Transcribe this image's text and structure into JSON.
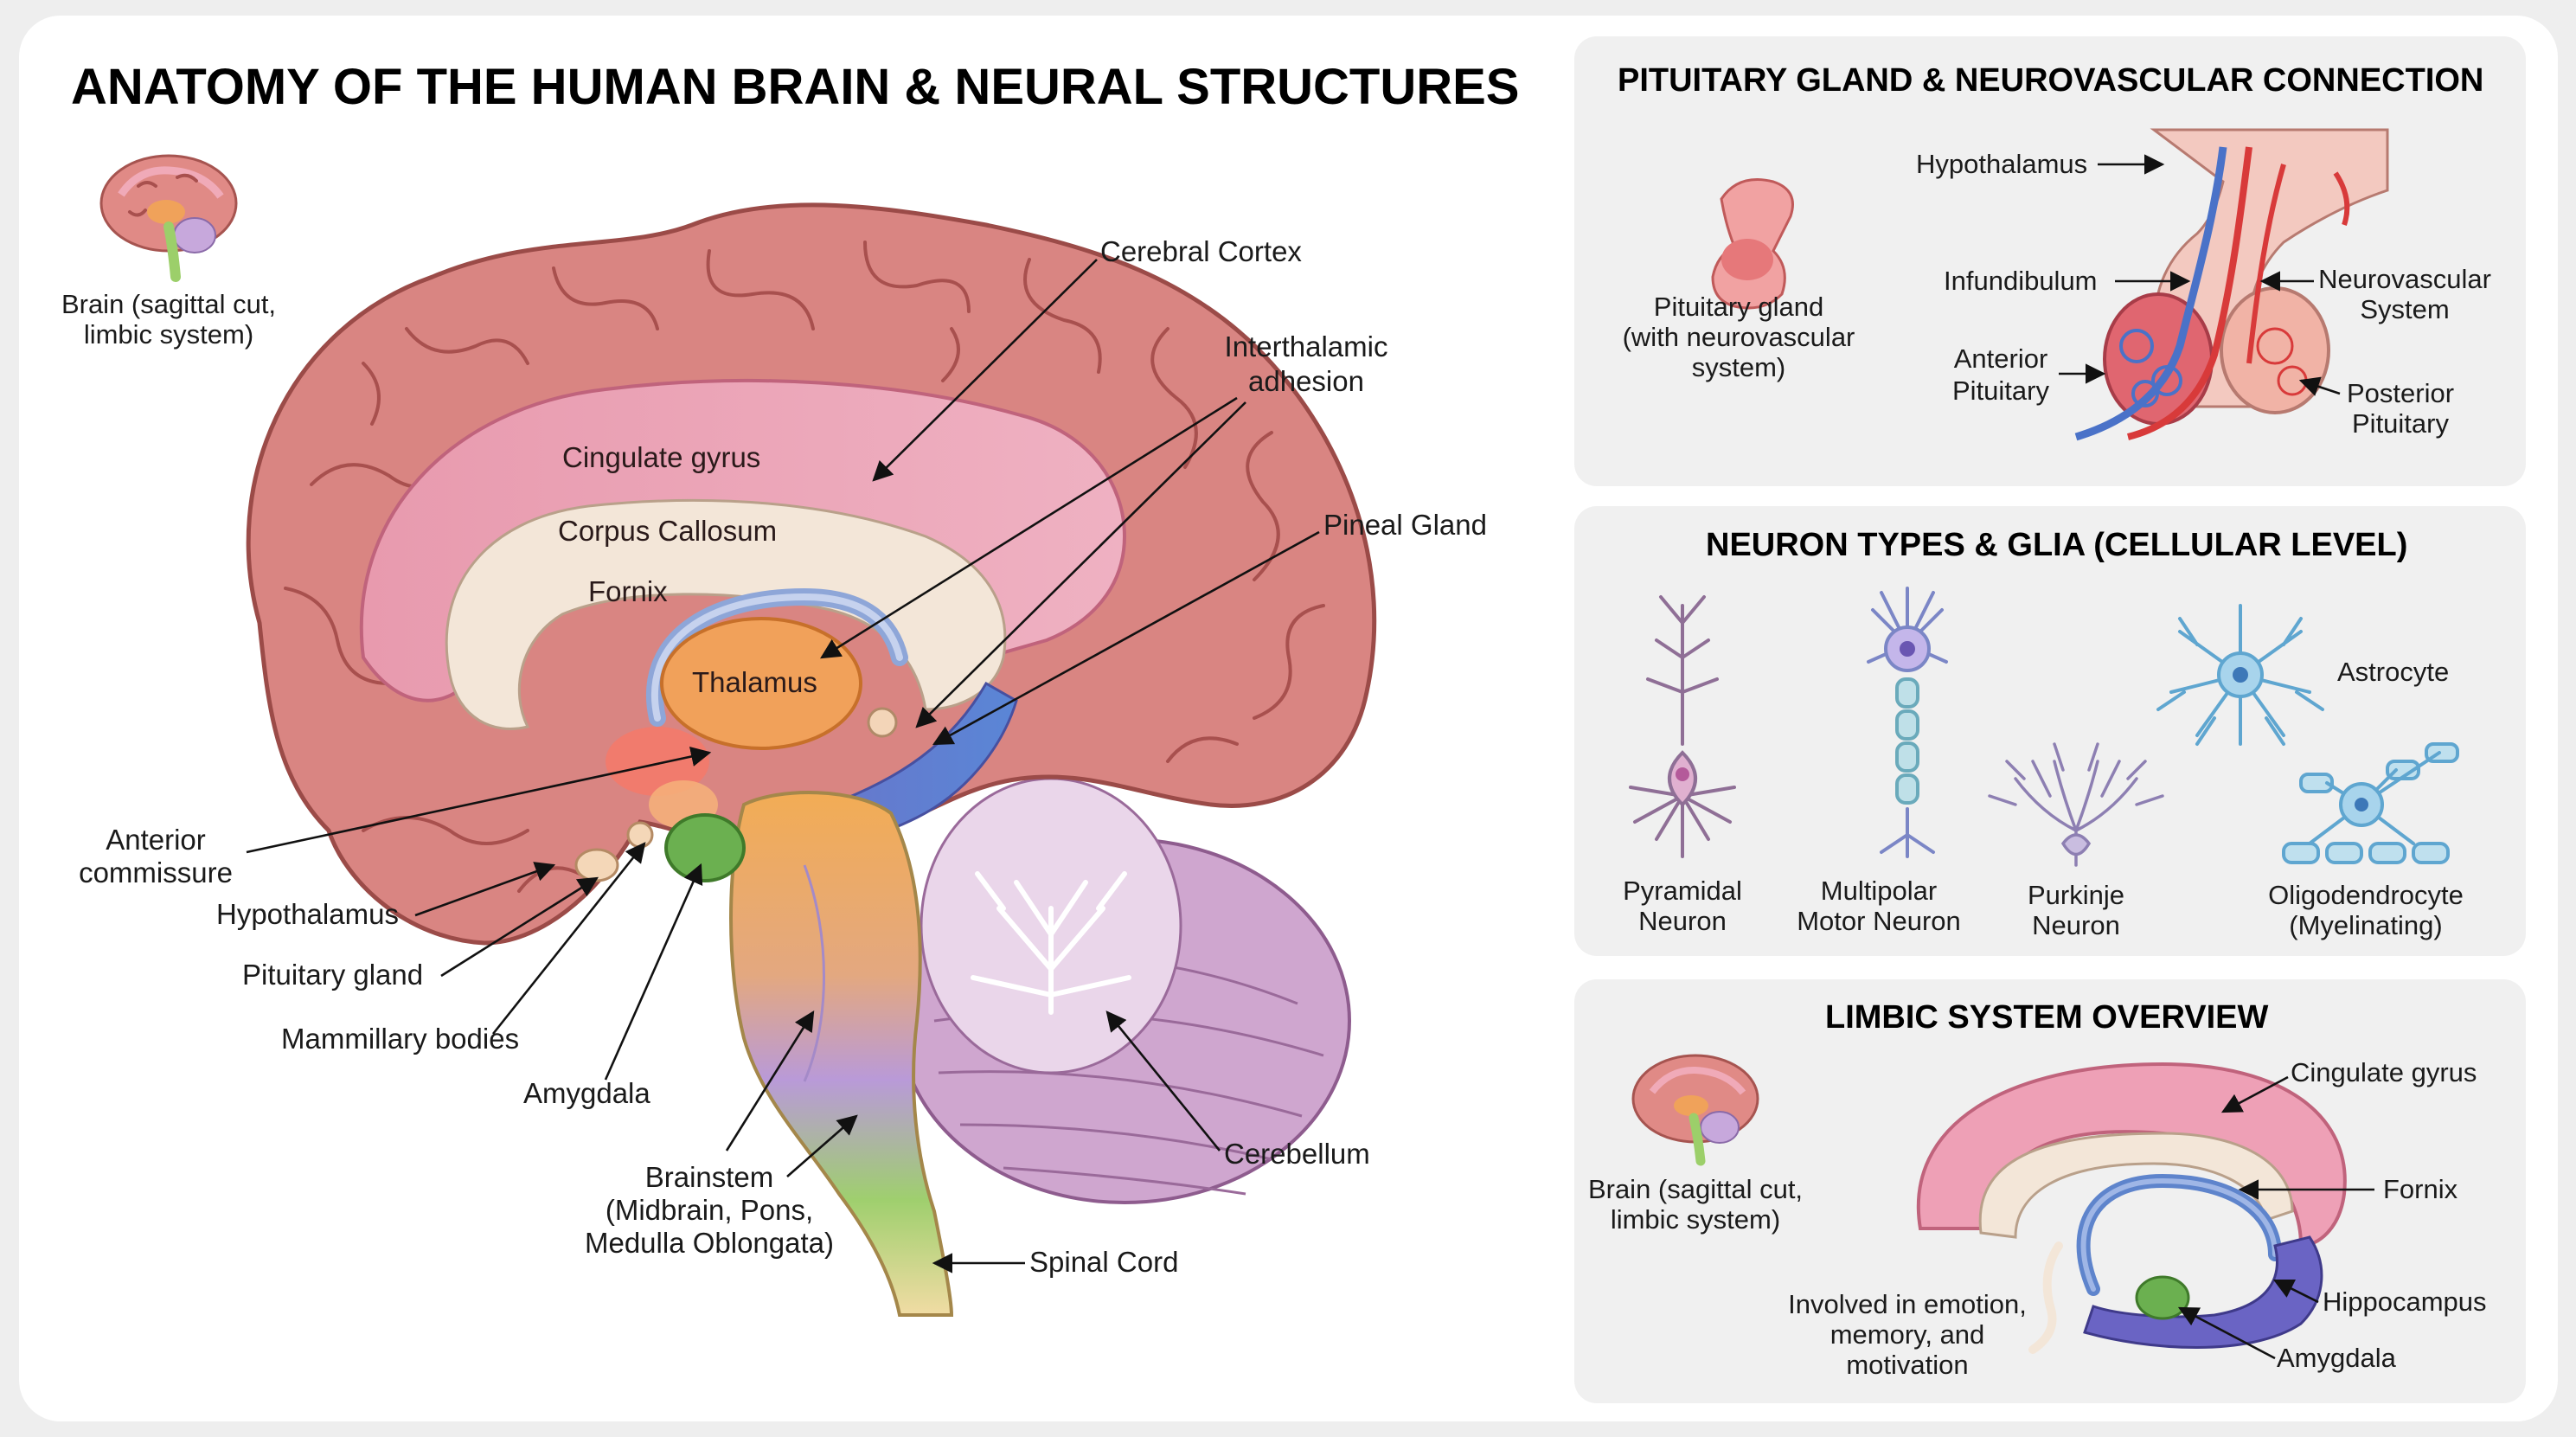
{
  "title": "ANATOMY OF THE HUMAN BRAIN & NEURAL STRUCTURES",
  "thumbnail": {
    "label_line1": "Brain (sagittal cut,",
    "label_line2": "limbic system)"
  },
  "main_labels": {
    "cerebral_cortex": "Cerebral Cortex",
    "interthalamic_line1": "Interthalamic",
    "interthalamic_line2": "adhesion",
    "pineal_gland": "Pineal Gland",
    "cingulate_gyrus": "Cingulate gyrus",
    "corpus_callosum": "Corpus Callosum",
    "fornix": "Fornix",
    "thalamus": "Thalamus",
    "anterior_commissure_line1": "Anterior",
    "anterior_commissure_line2": "commissure",
    "hypothalamus": "Hypothalamus",
    "pituitary_gland": "Pituitary gland",
    "mammillary_bodies": "Mammillary bodies",
    "amygdala": "Amygdala",
    "brainstem_line1": "Brainstem",
    "brainstem_line2": "(Midbrain, Pons,",
    "brainstem_line3": "Medulla Oblongata)",
    "cerebellum": "Cerebellum",
    "spinal_cord": "Spinal Cord"
  },
  "pituitary_panel": {
    "title": "PITUITARY GLAND & NEUROVASCULAR CONNECTION",
    "gland_line1": "Pituitary gland",
    "gland_line2": "(with neurovascular",
    "gland_line3": "system)",
    "hypothalamus": "Hypothalamus",
    "infundibulum": "Infundibulum",
    "anterior_line1": "Anterior",
    "anterior_line2": "Pituitary",
    "neurovascular_line1": "Neurovascular",
    "neurovascular_line2": "System",
    "posterior_line1": "Posterior",
    "posterior_line2": "Pituitary"
  },
  "neuron_panel": {
    "title": "NEURON TYPES & GLIA (CELLULAR LEVEL)",
    "pyramidal_line1": "Pyramidal",
    "pyramidal_line2": "Neuron",
    "multipolar_line1": "Multipolar",
    "multipolar_line2": "Motor Neuron",
    "purkinje_line1": "Purkinje",
    "purkinje_line2": "Neuron",
    "astrocyte": "Astrocyte",
    "oligo_line1": "Oligodendrocyte",
    "oligo_line2": "(Myelinating)"
  },
  "limbic_panel": {
    "title": "LIMBIC SYSTEM OVERVIEW",
    "thumb_line1": "Brain (sagittal cut,",
    "thumb_line2": "limbic system)",
    "cingulate_gyrus": "Cingulate gyrus",
    "fornix": "Fornix",
    "hippocampus": "Hippocampus",
    "amygdala": "Amygdala",
    "note_line1": "Involved in emotion,",
    "note_line2": "memory, and",
    "note_line3": "motivation"
  },
  "colors": {
    "cortex": "#d98a86",
    "cingulate": "#eaa2b4",
    "corpus_callosum": "#f3e7da",
    "thalamus": "#f0a25a",
    "brainstem_orange": "#f2b15e",
    "brainstem_purple": "#b79ad8",
    "brainstem_green": "#9ccf6a",
    "cerebellum": "#dcbfdc",
    "fornix_blue": "#6d7fd0",
    "amygdala_green": "#6bb050"
  }
}
